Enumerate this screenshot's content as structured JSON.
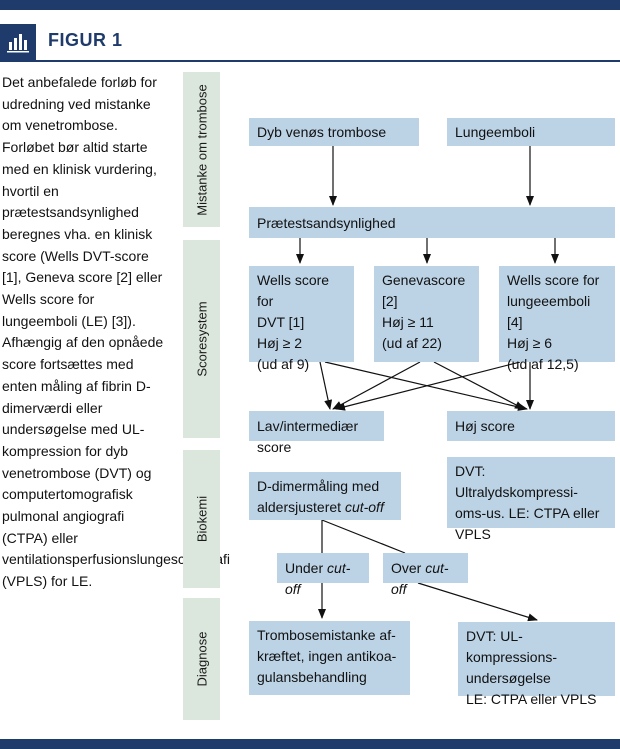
{
  "figure": {
    "title": "FIGUR 1"
  },
  "caption": "Det anbefalede forløb for udredning ved mistanke om venetrombose. Forløbet bør altid starte med en klinisk vurdering, hvortil en prætestsandsynlighed beregnes vha. en klinisk score (Wells DVT-score [1], Geneva score [2] eller Wells score for lungeemboli (LE) [3]). Afhængig af den opnåede score fortsættes med enten måling af fibrin D-dimerværdi eller undersøgelse med UL-kompression for dyb venetrombose (DVT) og computertomografisk pulmonal angiografi (CTPA) eller ventilationsperfusionslungescintigrafi (VPLS) for LE.",
  "bands": {
    "mistanke": "Mistanke om trombose",
    "scoresystem": "Scoresystem",
    "biokemi": "Biokemi",
    "diagnose": "Diagnose"
  },
  "boxes": {
    "dvt": "Dyb venøs trombose",
    "le": "Lungeemboli",
    "pretest": "Prætestsandsynlighed",
    "wells_dvt": [
      "Wells score for",
      "DVT [1]",
      "Høj ≥ 2",
      "(ud af 9)"
    ],
    "geneva": [
      "Genevascore",
      "[2]",
      "Høj ≥ 11",
      "(ud af 22)"
    ],
    "wells_le": [
      "Wells score for",
      "lungeeemboli [4]",
      "Høj ≥ 6",
      "(ud af 12,5)"
    ],
    "lav": "Lav/intermediær score",
    "hoj": "Høj score",
    "ddimer_line1": "D-dimermåling med",
    "ddimer_line2_prefix": "aldersjusteret ",
    "ddimer_line2_italic": "cut-off",
    "imaging": [
      "DVT: Ultralydskompressi-",
      "oms-us. LE: CTPA eller",
      "VPLS"
    ],
    "under_prefix": "Under ",
    "under_italic": "cut-off",
    "over_prefix": "Over ",
    "over_italic": "cut-off",
    "afkraeftet": [
      "Trombosemistanke af-",
      "kræftet, ingen antikoa-",
      "gulansbehandling"
    ],
    "diag_imaging": [
      "DVT: UL-kompressions-",
      "undersøgelse",
      "LE: CTPA eller VPLS"
    ]
  },
  "colors": {
    "navy": "#1f3b6b",
    "box_fill": "#bcd3e6",
    "band_fill": "#dbe6dc"
  }
}
